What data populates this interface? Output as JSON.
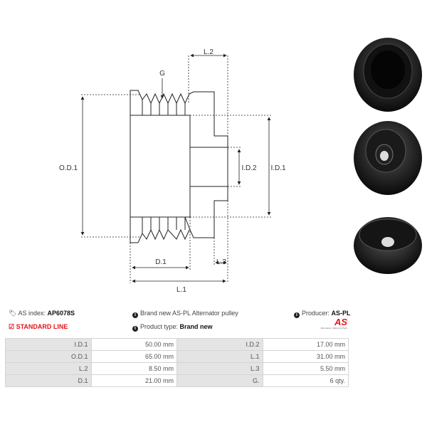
{
  "diagram": {
    "labels": {
      "g": "G",
      "od1": "O.D.1",
      "id1": "I.D.1",
      "id2": "I.D.2",
      "l1": "L.1",
      "l2": "L.2",
      "l3": "L.3",
      "d1": "D.1"
    }
  },
  "info": {
    "as_index_label": "AS index:",
    "as_index_value": "AP6078S",
    "standard_line": "STANDARD LINE",
    "description": "Brand new AS-PL Alternator pulley",
    "product_type_label": "Product type:",
    "product_type_value": "Brand new",
    "producer_label": "Producer:",
    "producer_value": "AS-PL",
    "logo_text": "AS",
    "logo_tagline": "Alternators, Starters & Parts"
  },
  "specs": [
    {
      "k1": "I.D.1",
      "v1": "50.00 mm",
      "k2": "I.D.2",
      "v2": "17.00 mm"
    },
    {
      "k1": "O.D.1",
      "v1": "65.00 mm",
      "k2": "L.1",
      "v2": "31.00 mm"
    },
    {
      "k1": "L.2",
      "v1": "8.50 mm",
      "k2": "L.3",
      "v2": "5.50 mm"
    },
    {
      "k1": "D.1",
      "v1": "21.00 mm",
      "k2": "G.",
      "v2": "6 qty."
    }
  ],
  "colors": {
    "accent": "#e3151a"
  }
}
